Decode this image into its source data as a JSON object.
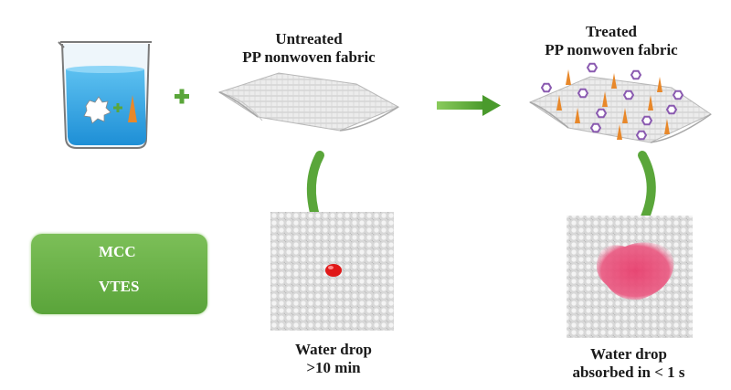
{
  "labels": {
    "untreated_line1": "Untreated",
    "untreated_line2": "PP nonwoven fabric",
    "treated_line1": "Treated",
    "treated_line2": "PP nonwoven fabric",
    "left_result_line1": "Water drop",
    "left_result_line2": ">10 min",
    "right_result_line1": "Water drop",
    "right_result_line2": "absorbed in < 1 s"
  },
  "legend": {
    "items": [
      {
        "icon": "mcc-starburst-icon",
        "label": "MCC"
      },
      {
        "icon": "vtes-cone-icon",
        "label": "VTES"
      }
    ]
  },
  "colors": {
    "arrow_green": "#5aa63a",
    "water_blue": "#2fa3e0",
    "mcc_purple": "#8a5ab0",
    "vtes_orange": "#e8882a",
    "drop_red": "#e01818",
    "stain_pink": "#e83a6a"
  }
}
